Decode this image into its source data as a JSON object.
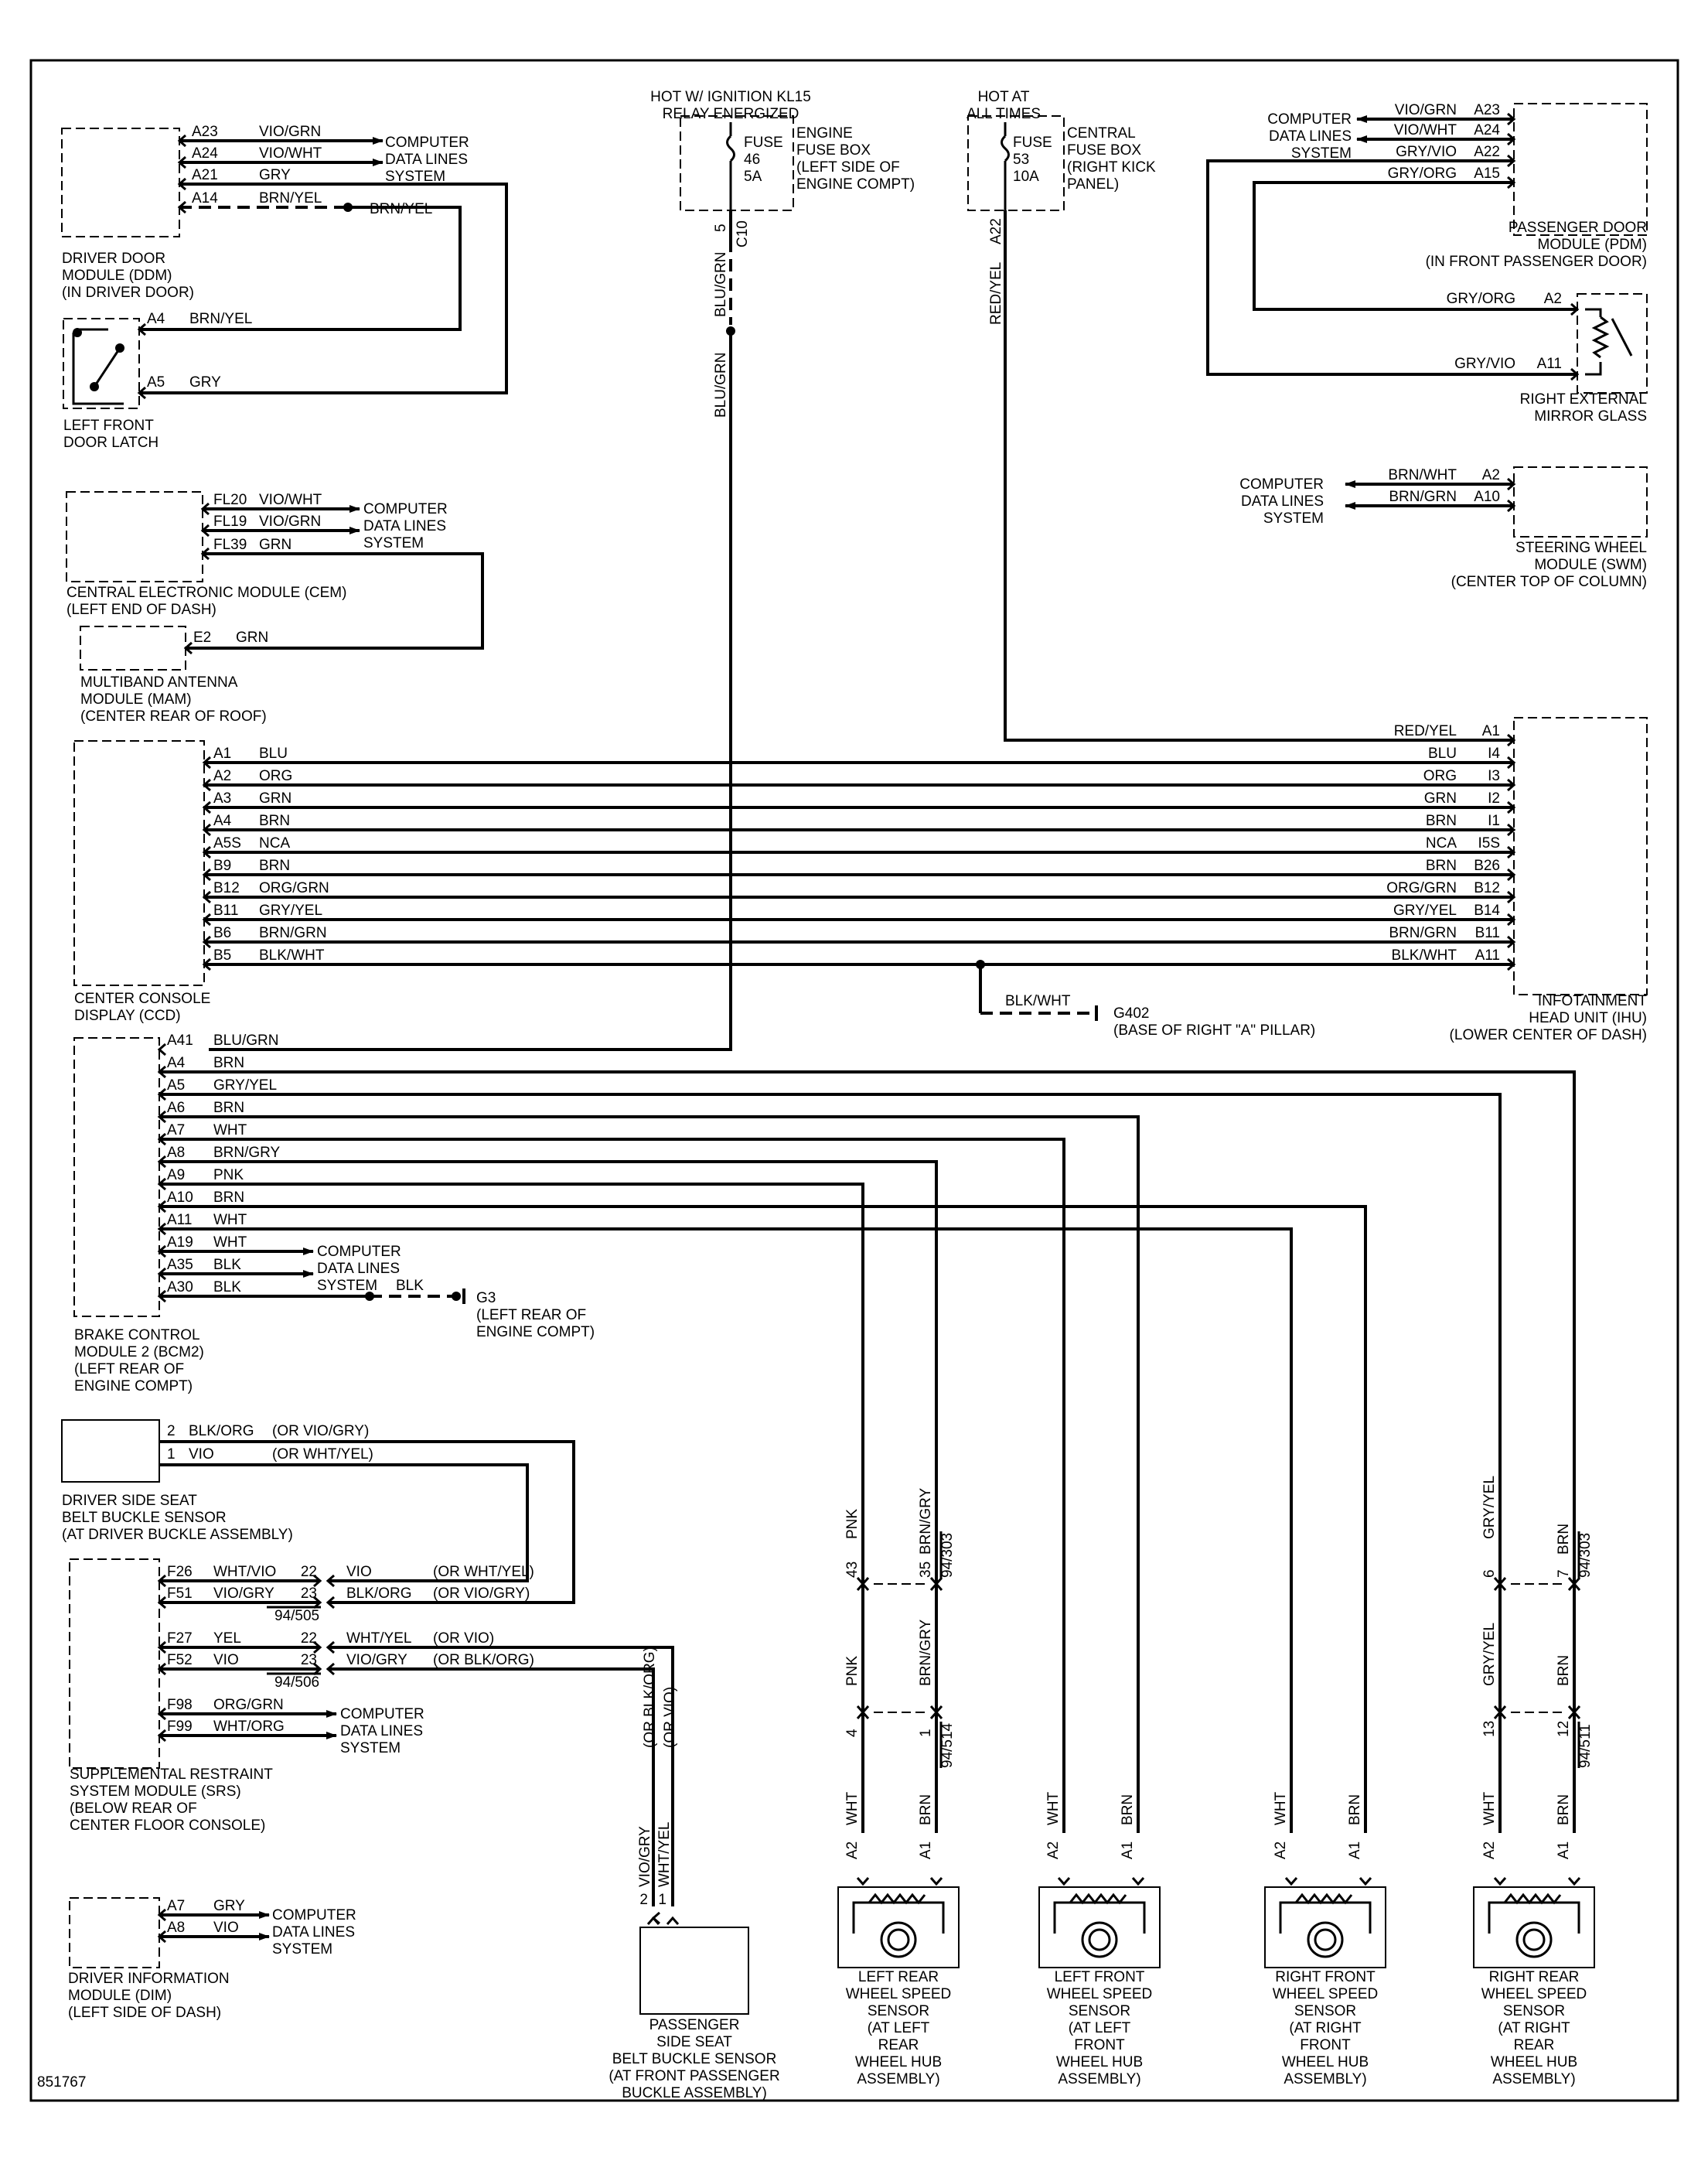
{
  "diagram_number": "851767",
  "power_sources": [
    {
      "title": [
        "HOT W/ IGNITION KL15",
        "RELAY ENERGIZED"
      ],
      "fuse": [
        "FUSE",
        "46",
        "5A"
      ],
      "box": [
        "ENGINE",
        "FUSE BOX",
        "(LEFT SIDE OF",
        "ENGINE COMPT)"
      ],
      "pin": "5",
      "conn": "C10",
      "wire": "BLU/GRN"
    },
    {
      "title": [
        "HOT AT",
        "ALL TIMES"
      ],
      "fuse": [
        "FUSE",
        "53",
        "10A"
      ],
      "box": [
        "CENTRAL",
        "FUSE BOX",
        "(RIGHT KICK",
        "PANEL)"
      ],
      "pin": "A22",
      "wire": "RED/YEL"
    }
  ],
  "components": {
    "ddm": [
      "DRIVER DOOR",
      "MODULE (DDM)",
      "(IN DRIVER DOOR)"
    ],
    "latch": [
      "LEFT FRONT",
      "DOOR LATCH"
    ],
    "cem": [
      "CENTRAL ELECTRONIC MODULE (CEM)",
      "(LEFT END OF DASH)"
    ],
    "mam": [
      "MULTIBAND ANTENNA",
      "MODULE (MAM)",
      "(CENTER REAR OF ROOF)"
    ],
    "ccd": [
      "CENTER CONSOLE",
      "DISPLAY (CCD)"
    ],
    "bcm": [
      "BRAKE CONTROL",
      "MODULE 2 (BCM2)",
      "(LEFT REAR OF",
      "ENGINE COMPT)"
    ],
    "dsb": [
      "DRIVER SIDE SEAT",
      "BELT BUCKLE SENSOR",
      "(AT DRIVER BUCKLE ASSEMBLY)"
    ],
    "srs": [
      "SUPPLEMENTAL RESTRAINT",
      "SYSTEM MODULE (SRS)",
      "(BELOW REAR OF",
      "CENTER FLOOR CONSOLE)"
    ],
    "dim": [
      "DRIVER INFORMATION",
      "MODULE (DIM)",
      "(LEFT SIDE OF DASH)"
    ],
    "psb": [
      "PASSENGER",
      "SIDE SEAT",
      "BELT BUCKLE SENSOR",
      "(AT FRONT PASSENGER",
      "BUCKLE ASSEMBLY)"
    ],
    "pdm": [
      "PASSENGER DOOR",
      "MODULE (PDM)",
      "(IN FRONT PASSENGER DOOR)"
    ],
    "mirror": [
      "RIGHT EXTERNAL",
      "MIRROR GLASS"
    ],
    "swm": [
      "STEERING WHEEL",
      "MODULE (SWM)",
      "(CENTER TOP OF COLUMN)"
    ],
    "ihu": [
      "INFOTAINMENT",
      "HEAD UNIT (IHU)",
      "(LOWER CENTER OF DASH)"
    ],
    "g402": [
      "G402",
      "(BASE OF RIGHT \"A\" PILLAR)"
    ],
    "g3": [
      "G3",
      "(LEFT REAR OF",
      "ENGINE COMPT)"
    ]
  },
  "cdl": [
    "COMPUTER",
    "DATA LINES",
    "SYSTEM"
  ],
  "ddm_pins": [
    {
      "pin": "A23",
      "wire": "VIO/GRN"
    },
    {
      "pin": "A24",
      "wire": "VIO/WHT"
    },
    {
      "pin": "A21",
      "wire": "GRY"
    },
    {
      "pin": "A14",
      "wire": "BRN/YEL",
      "wire2": "BRN/YEL"
    }
  ],
  "latch_pins": [
    {
      "pin": "A4",
      "wire": "BRN/YEL"
    },
    {
      "pin": "A5",
      "wire": "GRY"
    }
  ],
  "cem_pins": [
    {
      "pin": "FL20",
      "wire": "VIO/WHT"
    },
    {
      "pin": "FL19",
      "wire": "VIO/GRN"
    },
    {
      "pin": "FL39",
      "wire": "GRN"
    }
  ],
  "mam_pin": {
    "pin": "E2",
    "wire": "GRN"
  },
  "ccd_ihu": [
    {
      "l": "A1",
      "c": "BLU",
      "r": "I4"
    },
    {
      "l": "A2",
      "c": "ORG",
      "r": "I3"
    },
    {
      "l": "A3",
      "c": "GRN",
      "r": "I2"
    },
    {
      "l": "A4",
      "c": "BRN",
      "r": "I1"
    },
    {
      "l": "A5S",
      "c": "NCA",
      "r": "I5S"
    },
    {
      "l": "B9",
      "c": "BRN",
      "r": "B26"
    },
    {
      "l": "B12",
      "c": "ORG/GRN",
      "r": "B12"
    },
    {
      "l": "B11",
      "c": "GRY/YEL",
      "r": "B14"
    },
    {
      "l": "B6",
      "c": "BRN/GRN",
      "r": "B11"
    },
    {
      "l": "B5",
      "c": "BLK/WHT",
      "r": "A11"
    }
  ],
  "ihu_a1": {
    "pin": "A1",
    "wire": "RED/YEL"
  },
  "g402_wire": "BLK/WHT",
  "bcm_pins": [
    {
      "pin": "A41",
      "wire": "BLU/GRN"
    },
    {
      "pin": "A4",
      "wire": "BRN"
    },
    {
      "pin": "A5",
      "wire": "GRY/YEL"
    },
    {
      "pin": "A6",
      "wire": "BRN"
    },
    {
      "pin": "A7",
      "wire": "WHT"
    },
    {
      "pin": "A8",
      "wire": "BRN/GRY"
    },
    {
      "pin": "A9",
      "wire": "PNK"
    },
    {
      "pin": "A10",
      "wire": "BRN"
    },
    {
      "pin": "A11",
      "wire": "WHT"
    },
    {
      "pin": "A19",
      "wire": "WHT"
    },
    {
      "pin": "A35",
      "wire": "BLK"
    },
    {
      "pin": "A30",
      "wire": "BLK",
      "wire2": "BLK"
    }
  ],
  "dsb_pins": [
    {
      "pin": "2",
      "wire": "BLK/ORG",
      "alt": "(OR VIO/GRY)"
    },
    {
      "pin": "1",
      "wire": "VIO",
      "alt": "(OR WHT/YEL)"
    }
  ],
  "srs_pins": [
    {
      "pin": "F26",
      "wire": "WHT/VIO",
      "cpin": "22",
      "wire2": "VIO",
      "alt": "(OR WHT/YEL)"
    },
    {
      "pin": "F51",
      "wire": "VIO/GRY",
      "cpin": "23",
      "wire2": "BLK/ORG",
      "alt": "(OR VIO/GRY)"
    },
    {
      "pin": "F27",
      "wire": "YEL",
      "cpin": "22",
      "wire2": "WHT/YEL",
      "alt": "(OR VIO)"
    },
    {
      "pin": "F52",
      "wire": "VIO",
      "cpin": "23",
      "wire2": "VIO/GRY",
      "alt": "(OR BLK/ORG)"
    },
    {
      "pin": "F98",
      "wire": "ORG/GRN"
    },
    {
      "pin": "F99",
      "wire": "WHT/ORG"
    }
  ],
  "srs_conns": [
    "94/505",
    "94/506"
  ],
  "dim_pins": [
    {
      "pin": "A7",
      "wire": "GRY"
    },
    {
      "pin": "A8",
      "wire": "VIO"
    }
  ],
  "psb_wires": [
    {
      "pin": "2",
      "wire": "VIO/GRY",
      "alt": "(OR BLK/ORG)"
    },
    {
      "pin": "1",
      "wire": "WHT/YEL",
      "alt": "(OR VIO)"
    }
  ],
  "pdm_pins": [
    {
      "pin": "A23",
      "wire": "VIO/GRN"
    },
    {
      "pin": "A24",
      "wire": "VIO/WHT"
    },
    {
      "pin": "A22",
      "wire": "GRY/VIO"
    },
    {
      "pin": "A15",
      "wire": "GRY/ORG"
    }
  ],
  "mirror_pins": [
    {
      "pin": "A2",
      "wire": "GRY/ORG"
    },
    {
      "pin": "A11",
      "wire": "GRY/VIO"
    }
  ],
  "swm_pins": [
    {
      "pin": "A2",
      "wire": "BRN/WHT"
    },
    {
      "pin": "A10",
      "wire": "BRN/GRN"
    }
  ],
  "sensors": [
    {
      "name": [
        "LEFT REAR",
        "WHEEL SPEED",
        "SENSOR",
        "(AT LEFT",
        "REAR",
        "WHEEL HUB",
        "ASSEMBLY)"
      ],
      "up": {
        "p1": "43",
        "w1": "PNK",
        "p2": "35",
        "w2": "BRN/GRY",
        "conn": "94/303"
      },
      "mid": {
        "w1": "PNK",
        "w2": "BRN/GRY"
      },
      "low": {
        "p1": "4",
        "p2": "1",
        "conn": "94/514"
      },
      "pins": {
        "a2": "A2",
        "wa2": "WHT",
        "a1": "A1",
        "wa1": "BRN"
      }
    },
    {
      "name": [
        "LEFT FRONT",
        "WHEEL SPEED",
        "SENSOR",
        "(AT LEFT",
        "FRONT",
        "WHEEL HUB",
        "ASSEMBLY)"
      ],
      "pins": {
        "a2": "A2",
        "wa2": "WHT",
        "a1": "A1",
        "wa1": "BRN"
      }
    },
    {
      "name": [
        "RIGHT FRONT",
        "WHEEL SPEED",
        "SENSOR",
        "(AT RIGHT",
        "FRONT",
        "WHEEL HUB",
        "ASSEMBLY)"
      ],
      "pins": {
        "a2": "A2",
        "wa2": "WHT",
        "a1": "A1",
        "wa1": "BRN"
      }
    },
    {
      "name": [
        "RIGHT REAR",
        "WHEEL SPEED",
        "SENSOR",
        "(AT RIGHT",
        "REAR",
        "WHEEL HUB",
        "ASSEMBLY)"
      ],
      "up": {
        "p1": "6",
        "w1": "GRY/YEL",
        "p2": "7",
        "w2": "BRN",
        "conn": "94/303"
      },
      "mid": {
        "w1": "GRY/YEL",
        "w2": "BRN"
      },
      "low": {
        "p1": "13",
        "p2": "12",
        "conn": "94/511"
      },
      "pins": {
        "a2": "A2",
        "wa2": "WHT",
        "a1": "A1",
        "wa1": "BRN"
      }
    }
  ]
}
